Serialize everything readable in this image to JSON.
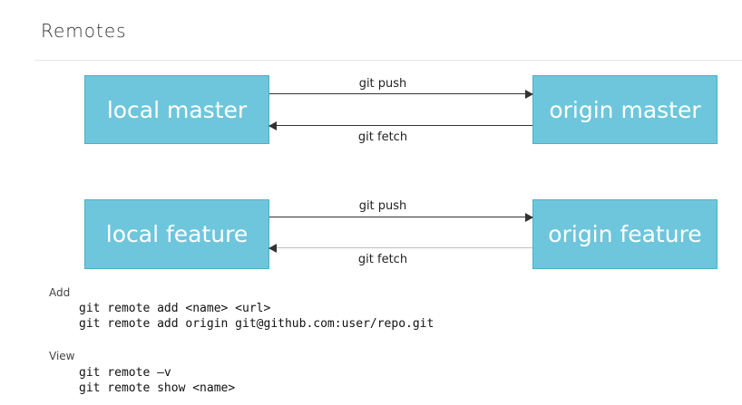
{
  "title": "Remotes",
  "boxes": {
    "local_master": "local master",
    "origin_master": "origin master",
    "local_feature": "local feature",
    "origin_feature": "origin feature"
  },
  "arrows": {
    "master_push": "git push",
    "master_fetch": "git fetch",
    "feature_push": "git push",
    "feature_fetch": "git fetch"
  },
  "sections": {
    "add": {
      "label": "Add",
      "lines": [
        "git remote add <name> <url>",
        "git remote add origin git@github.com:user/repo.git"
      ]
    },
    "view": {
      "label": "View",
      "lines": [
        "git remote –v",
        "git remote show <name>"
      ]
    }
  },
  "colors": {
    "box_fill": "#6ec6dc",
    "box_border": "#4fb0c8",
    "box_text": "#ffffff"
  }
}
